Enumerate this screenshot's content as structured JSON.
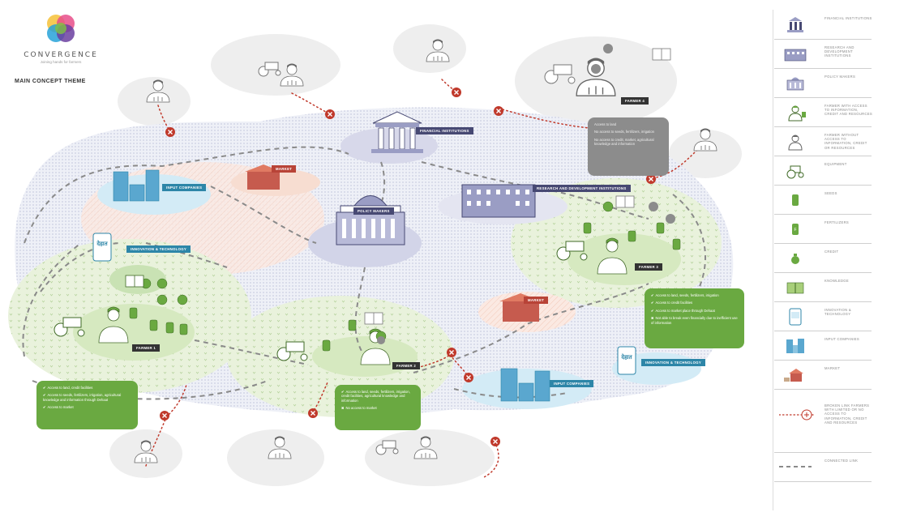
{
  "brand": {
    "name": "CONVERGENCE",
    "tagline": "Joining hands for farmers"
  },
  "theme_title": "MAIN CONCEPT THEME",
  "colors": {
    "policy": "#474973",
    "input": "#2d86a8",
    "market": "#b84337",
    "green": "#6aa941",
    "broken": "#c0392b",
    "connected": "#8a8a8a"
  },
  "map_labels": {
    "financial": "FINANCIAL INSTITUTIONS",
    "research": "RESEARCH AND DEVELOPMENT INSTITUTIONS",
    "policy": "POLICY MAKERS",
    "input_top": "INPUT COMPANIES",
    "input_bottom": "INPUT COMPANIES",
    "market_top": "MARKET",
    "market_mid": "MARKET",
    "innovation_left": "INNOVATION & TECHNOLOGY",
    "innovation_right": "INNOVATION & TECHNOLOGY",
    "farmer1": "FARMER 1",
    "farmer2": "FARMER 2",
    "farmer3": "FARMER 3",
    "farmer4": "FARMER 4",
    "dehaat_left": "देहात",
    "dehaat_right": "देहात"
  },
  "info_boxes": {
    "farmer4": {
      "l1": "Access to land",
      "l2": "No access to seeds, fertilizers, irrigation",
      "l3": "No access to credit, market, agricultural knowledge and information"
    },
    "farmer1": {
      "l1": "Access to land, credit facilities",
      "l2": "Access to seeds, fertilizers, irrigation, agricultural knowledge and information through Dehaat",
      "l3": "Access to market"
    },
    "farmer2": {
      "l1": "Access to land, seeds, fertilizers, irrigation, credit facilities, agricultural knowledge and information",
      "l2": "No access to market"
    },
    "farmer3": {
      "l1": "Access to land, seeds, fertilizers, irrigation",
      "l2": "Access to credit facilities",
      "l3": "Access to market place through Dehaat",
      "l4": "Not able to break even financially due to inefficient use of information"
    }
  },
  "legend": [
    {
      "icon": "bank-icon",
      "label": "FINANCIAL INSTITUTIONS"
    },
    {
      "icon": "research-building-icon",
      "label": "RESEARCH AND DEVELOPMENT INSTITUTIONS"
    },
    {
      "icon": "government-building-icon",
      "label": "POLICY MAKERS"
    },
    {
      "icon": "connected-farmer-icon",
      "label": "FARMER WITH ACCESS TO INFORMATION, CREDIT AND RESOURCES"
    },
    {
      "icon": "unconnected-farmer-icon",
      "label": "FARMER WITHOUT ACCESS TO INFORMATION, CREDIT OR RESOURCES"
    },
    {
      "icon": "tractor-icon",
      "label": "EQUIPMENT"
    },
    {
      "icon": "seed-bag-icon",
      "label": "SEEDS"
    },
    {
      "icon": "fertilizer-bag-icon",
      "label": "FERTILIZERS"
    },
    {
      "icon": "money-bag-icon",
      "label": "CREDIT"
    },
    {
      "icon": "book-icon",
      "label": "KNOWLEDGE"
    },
    {
      "icon": "phone-icon",
      "label": "INNOVATION & TECHNOLOGY"
    },
    {
      "icon": "office-towers-icon",
      "label": "INPUT COMPANIES"
    },
    {
      "icon": "market-stall-icon",
      "label": "MARKET"
    },
    {
      "icon": "broken-link-icon",
      "label": "BROKEN LINK FARMERS WITH LIMITED OR NO ACCESS TO INFORMATION, CREDIT AND RESOURCES"
    },
    {
      "icon": "connected-link-icon",
      "label": "CONNECTED LINK"
    }
  ]
}
